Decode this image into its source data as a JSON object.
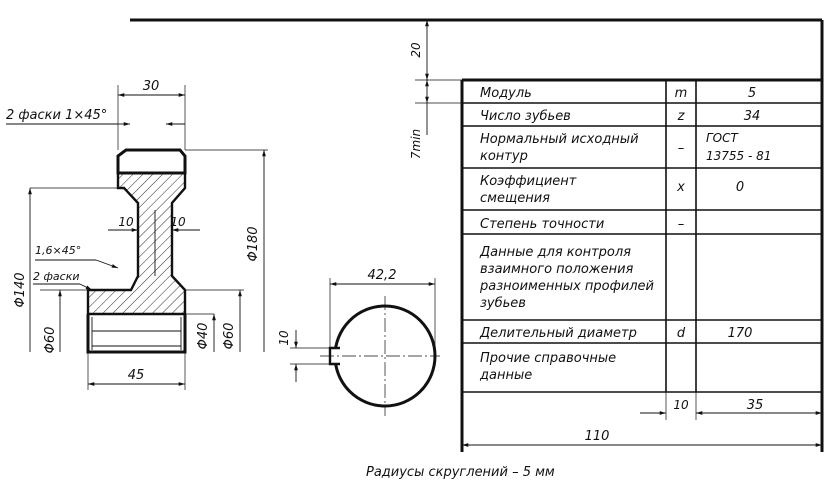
{
  "parameter_table": {
    "rows": [
      {
        "name_lines": [
          "Модуль"
        ],
        "symbol": "m",
        "value_lines": [
          "5"
        ]
      },
      {
        "name_lines": [
          "Число зубьев"
        ],
        "symbol": "z",
        "value_lines": [
          "34"
        ]
      },
      {
        "name_lines": [
          "Нормальный исходный",
          "контур"
        ],
        "symbol": "–",
        "value_lines": [
          "ГОСТ",
          "13755 - 81"
        ]
      },
      {
        "name_lines": [
          "Коэффициент",
          "смещения"
        ],
        "symbol": "x",
        "value_lines": [
          "0"
        ]
      },
      {
        "name_lines": [
          "Степень точности"
        ],
        "symbol": "–",
        "value_lines": [
          ""
        ]
      },
      {
        "name_lines": [
          "Данные для контроля",
          "взаимного положения",
          "разноименных профилей",
          "зубьев"
        ],
        "symbol": "",
        "value_lines": [
          ""
        ]
      },
      {
        "name_lines": [
          "Делительный диаметр"
        ],
        "symbol": "d",
        "value_lines": [
          "170"
        ]
      },
      {
        "name_lines": [
          "Прочие справочные",
          "данные"
        ],
        "symbol": "",
        "value_lines": [
          ""
        ]
      }
    ],
    "col_dims": {
      "symbol": "10",
      "value": "35",
      "total": "110"
    },
    "offset_dims": {
      "top": "20",
      "min": "7min"
    }
  },
  "gear_section": {
    "chamfer_note": "2 фаски 1×45°",
    "width": "30",
    "web_left": "10",
    "web_right": "10",
    "hub_chamfer_size": "1,6×45°",
    "hub_chamfer_count": "2 фаски",
    "outer_dia": "Φ180",
    "rim_inner_dia": "Φ140",
    "hub_outer_dia": "Φ60",
    "bore_dia": "Φ40",
    "hub_outer_dia_right": "Φ60",
    "hub_length": "45"
  },
  "keyway_view": {
    "depth_dim": "42,2",
    "width_dim": "10"
  },
  "note": "Радиусы скруглений – 5 мм"
}
